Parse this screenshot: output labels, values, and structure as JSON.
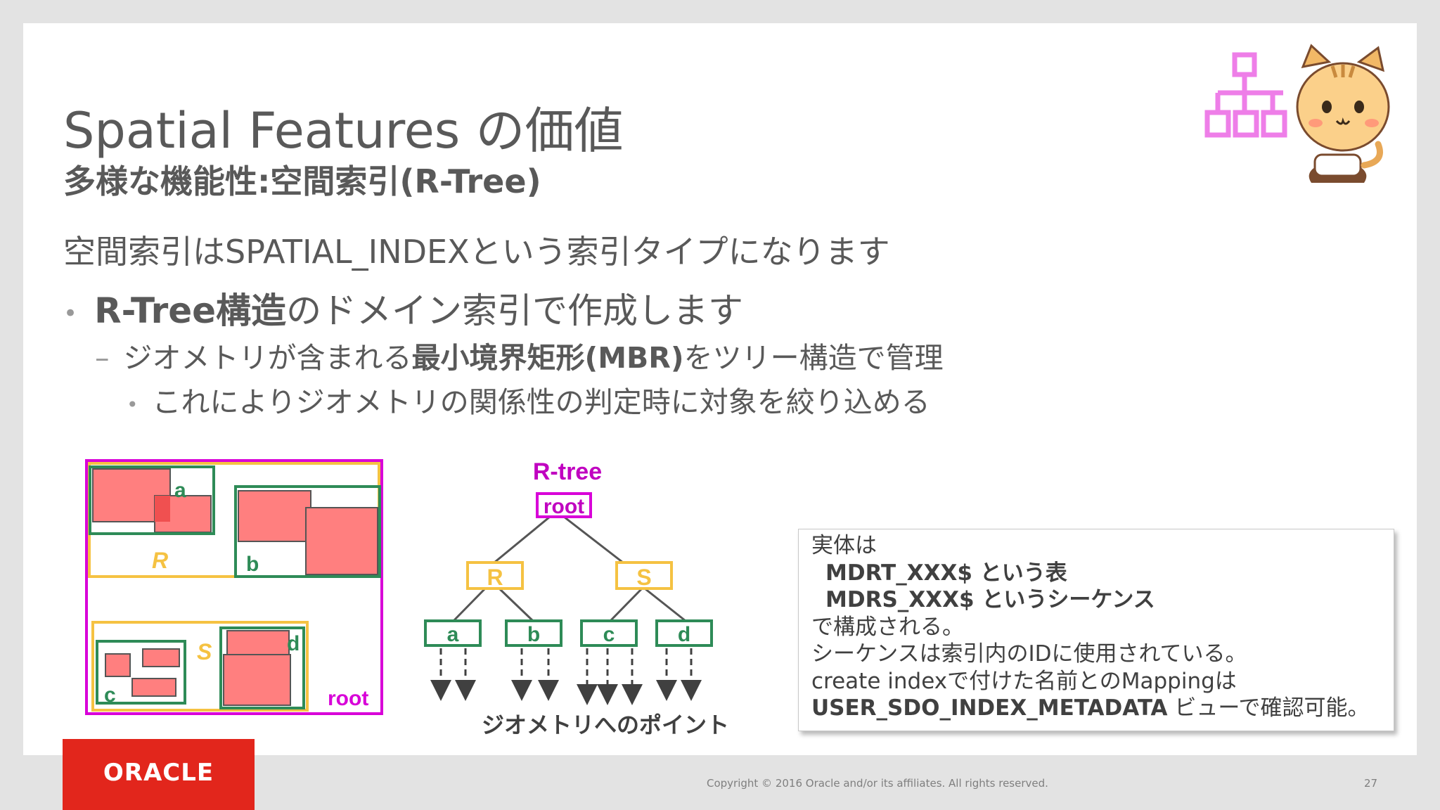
{
  "slide": {
    "title": "Spatial Features の価値",
    "subtitle": "多様な機能性:空間索引(R-Tree)",
    "intro": "空間索引はSPATIAL_INDEXという索引タイプになります",
    "bullet1": {
      "bold": "R-Tree構造",
      "rest": "のドメイン索引で作成します"
    },
    "bullet2": {
      "pre": "ジオメトリが含まれる",
      "bold": "最小境界矩形(MBR)",
      "post": "をツリー構造で管理"
    },
    "bullet3": "これによりジオメトリの関係性の判定時に対象を絞り込める",
    "bullet_marker": "•",
    "dash_marker": "–"
  },
  "mbr_diagram": {
    "labels": {
      "a": "a",
      "b": "b",
      "c": "c",
      "d": "d",
      "R": "R",
      "S": "S",
      "root": "root"
    }
  },
  "tree_diagram": {
    "title": "R-tree",
    "root": "root",
    "level1": [
      "R",
      "S"
    ],
    "level2": [
      "a",
      "b",
      "c",
      "d"
    ],
    "caption": "ジオメトリへのポイント"
  },
  "infobox": {
    "line1": "実体は",
    "line2": "MDRT_XXX$ という表",
    "line3": "MDRS_XXX$ というシーケンス",
    "line4": "で構成される。",
    "line5": "シーケンスは索引内のIDに使用されている。",
    "line6": "create indexで付けた名前とのMappingは",
    "line7_bold": "USER_SDO_INDEX_METADATA",
    "line7_rest": " ビューで確認可能。"
  },
  "footer": {
    "logo": "ORACLE",
    "copyright": "Copyright © 2016 Oracle and/or its affiliates. All rights reserved.",
    "page": "27"
  },
  "colors": {
    "magenta": "#d800d8",
    "yellow": "#f5c242",
    "green": "#2e8b57",
    "mbr_fill": "#ff7f7f",
    "oracle_red": "#e2261c",
    "text": "#595959"
  },
  "icons": [
    "cat-mascot-icon",
    "rtree-logo-icon"
  ]
}
